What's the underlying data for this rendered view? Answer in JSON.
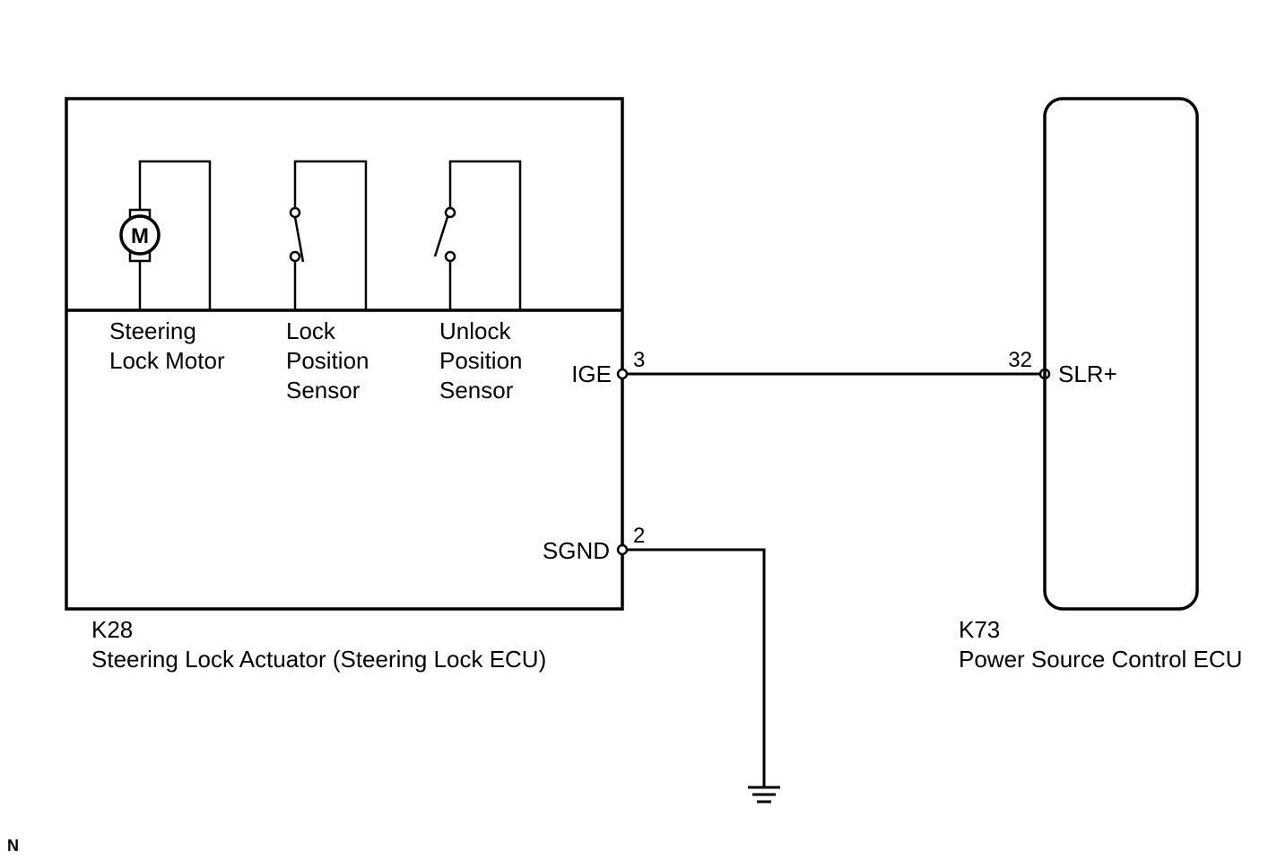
{
  "actuator": {
    "code": "K28",
    "name": "Steering Lock Actuator (Steering Lock ECU)",
    "components": {
      "motor": {
        "symbol": "M",
        "line1": "Steering",
        "line2": "Lock Motor"
      },
      "lock_sensor": {
        "line1": "Lock",
        "line2": "Position",
        "line3": "Sensor"
      },
      "unlock_sensor": {
        "line1": "Unlock",
        "line2": "Position",
        "line3": "Sensor"
      }
    },
    "terminals": {
      "ige": {
        "name": "IGE",
        "pin": "3"
      },
      "sgnd": {
        "name": "SGND",
        "pin": "2"
      }
    }
  },
  "ecu": {
    "code": "K73",
    "name": "Power Source Control ECU",
    "terminal": {
      "name": "SLR+",
      "pin": "32"
    }
  },
  "corner_mark": "N",
  "icons": {
    "motor": "motor-icon",
    "lock_switch": "switch-closed-icon",
    "unlock_switch": "switch-open-icon",
    "ground": "ground-icon"
  }
}
